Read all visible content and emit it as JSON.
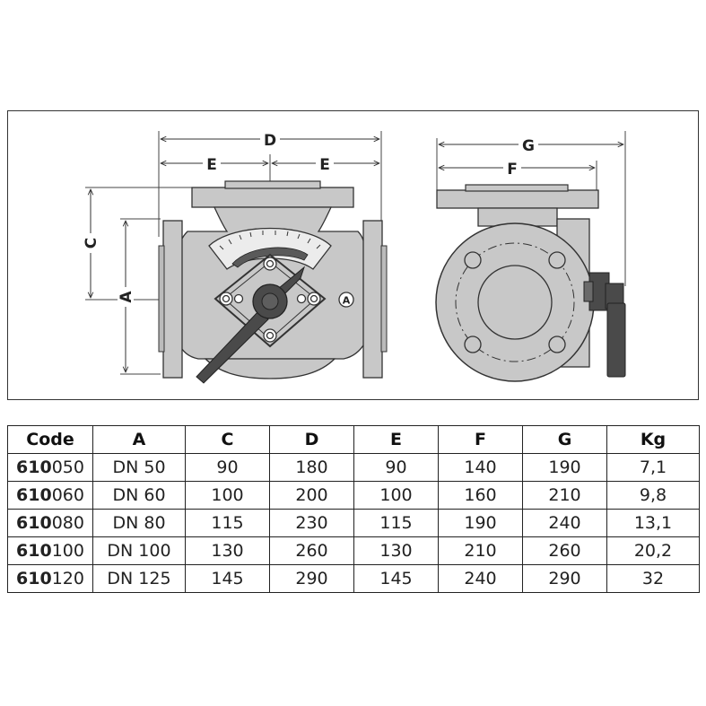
{
  "dimension_labels": {
    "d": "D",
    "e_left": "E",
    "e_right": "E",
    "c": "C",
    "a": "A",
    "g": "G",
    "f": "F"
  },
  "port_marker": "A",
  "table": {
    "headers": [
      "Code",
      "A",
      "C",
      "D",
      "E",
      "F",
      "G",
      "Kg"
    ],
    "rows": [
      {
        "code_prefix": "610",
        "code_suffix": "050",
        "a": "DN 50",
        "c": "90",
        "d": "180",
        "e": "90",
        "f": "140",
        "g": "190",
        "kg": "7,1"
      },
      {
        "code_prefix": "610",
        "code_suffix": "060",
        "a": "DN 60",
        "c": "100",
        "d": "200",
        "e": "100",
        "f": "160",
        "g": "210",
        "kg": "9,8"
      },
      {
        "code_prefix": "610",
        "code_suffix": "080",
        "a": "DN 80",
        "c": "115",
        "d": "230",
        "e": "115",
        "f": "190",
        "g": "240",
        "kg": "13,1"
      },
      {
        "code_prefix": "610",
        "code_suffix": "100",
        "a": "DN 100",
        "c": "130",
        "d": "260",
        "e": "130",
        "f": "210",
        "g": "260",
        "kg": "20,2"
      },
      {
        "code_prefix": "610",
        "code_suffix": "120",
        "a": "DN 125",
        "c": "145",
        "d": "290",
        "e": "145",
        "f": "240",
        "g": "290",
        "kg": "32"
      }
    ]
  }
}
